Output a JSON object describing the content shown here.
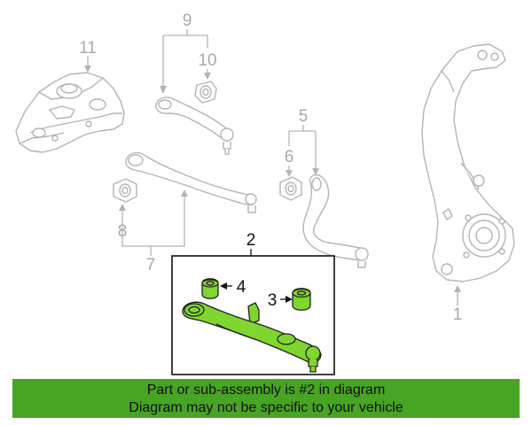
{
  "colors": {
    "line_gray": "#b4b4b4",
    "highlight_green": "#7fd630",
    "highlight_outline": "#222222",
    "banner_green": "#48a424",
    "text_dark": "#111111"
  },
  "callouts": {
    "c1": "1",
    "c2": "2",
    "c3": "3",
    "c4": "4",
    "c5": "5",
    "c6": "6",
    "c7": "7",
    "c8": "8",
    "c9": "9",
    "c10": "10",
    "c11": "11"
  },
  "banner": {
    "line1": "Part or sub-assembly is #2 in diagram",
    "line2": "Diagram may not be specific to your vehicle"
  }
}
